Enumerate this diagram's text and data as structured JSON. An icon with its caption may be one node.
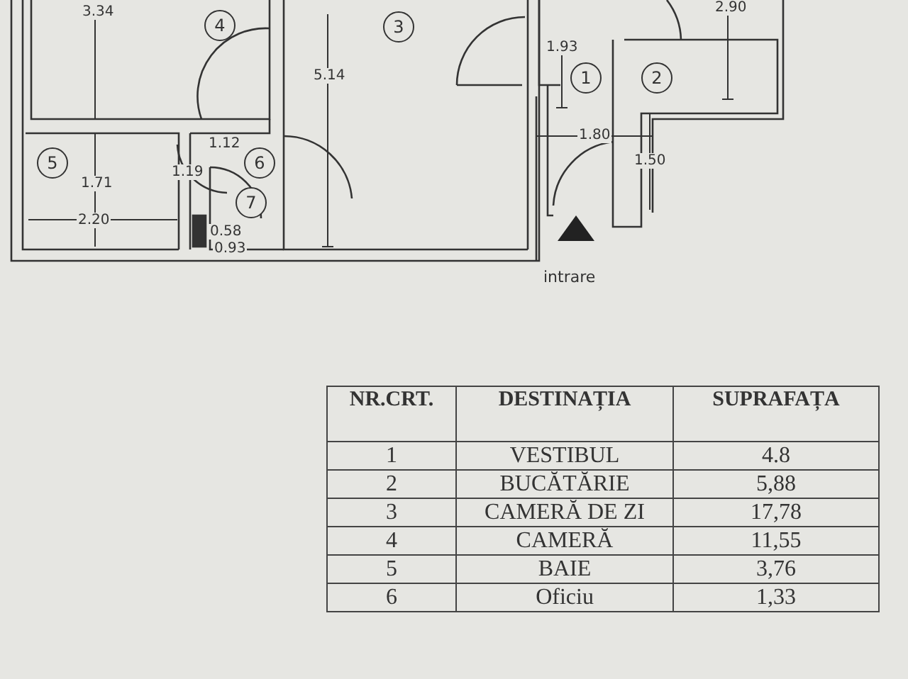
{
  "diagram": {
    "nodes": [
      {
        "text": [
          "4"
        ]
      },
      {
        "text": [
          "3"
        ]
      },
      {
        "text": [
          "1"
        ]
      },
      {
        "text": [
          "2"
        ]
      },
      {
        "text": [
          "5"
        ]
      },
      {
        "text": [
          "6"
        ]
      },
      {
        "text": [
          "7"
        ]
      }
    ],
    "labels": [
      "3.34",
      "5.14",
      "2.90",
      "1.93",
      "1.12",
      "1.19",
      "1.71",
      "1.80",
      "1.50",
      "2.20",
      "0.58",
      "0.93",
      "intrare",
      "NR.CRT.",
      "DESTINAȚIA",
      "SUPRAFAȚA",
      "1",
      "VESTIBUL",
      "4.8",
      "2",
      "BUCĂTĂRIE",
      "5,88",
      "3",
      "CAMERĂ DE ZI",
      "17,78",
      "4",
      "CAMERĂ",
      "11,55",
      "5",
      "BAIE",
      "3,76",
      "6",
      "Oficiu",
      "1,33"
    ]
  }
}
